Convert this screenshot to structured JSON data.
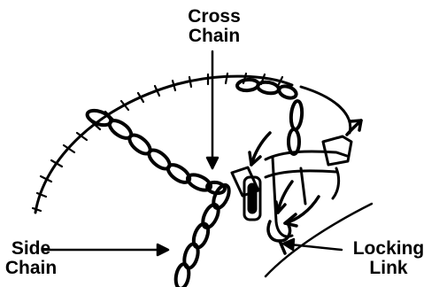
{
  "labels": {
    "cross_chain": {
      "line1": "Cross",
      "line2": "Chain"
    },
    "side_chain": {
      "line1": "Side",
      "line2": "Chain"
    },
    "locking_link": {
      "line1": "Locking",
      "line2": "Link"
    }
  },
  "colors": {
    "ink": "#000000",
    "paper": "#ffffff"
  }
}
